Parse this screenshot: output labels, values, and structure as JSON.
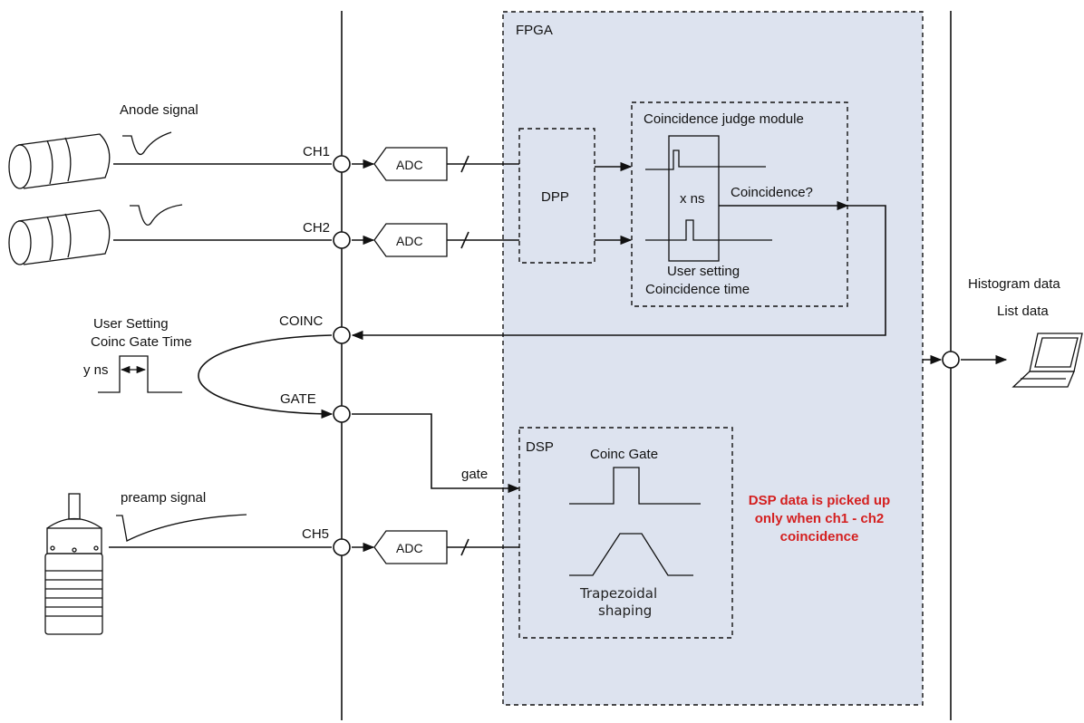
{
  "fpga": {
    "label": "FPGA",
    "fill": "#dde3ef"
  },
  "signals": {
    "anode": "Anode signal",
    "preamp": "preamp signal"
  },
  "channels": {
    "ch1": "CH1",
    "ch2": "CH2",
    "coinc": "COINC",
    "gate": "GATE",
    "ch5": "CH5"
  },
  "adc": {
    "label": "ADC"
  },
  "dpp": {
    "label": "DPP"
  },
  "coincidence_module": {
    "title": "Coincidence judge module",
    "window": "x ns",
    "question": "Coincidence?",
    "setting_line1": "User setting",
    "setting_line2": "Coincidence time"
  },
  "user_setting": {
    "line1": "User Setting",
    "line2": "Coinc Gate Time",
    "width": "y ns"
  },
  "gate_wire_label": "gate",
  "dsp": {
    "label": "DSP",
    "coinc_gate": "Coinc Gate",
    "trap_line1": "Trapezoidal",
    "trap_line2": "shaping"
  },
  "note": {
    "line1": "DSP data is picked up",
    "line2": "only when ch1 - ch2",
    "line3": "coincidence",
    "color": "#d42020"
  },
  "output": {
    "line1": "Histogram data",
    "line2": "List data"
  }
}
